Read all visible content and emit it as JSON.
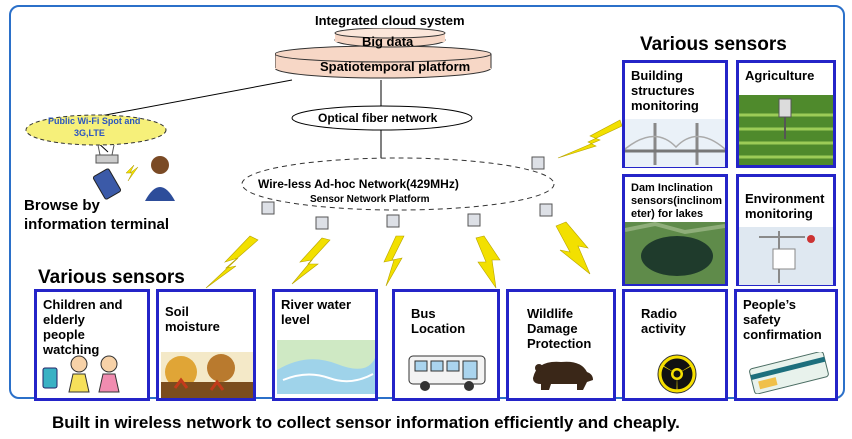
{
  "cloud": {
    "title": "Integrated cloud system",
    "big_data": "Big data",
    "platform": "Spatiotemporal platform"
  },
  "network": {
    "optical": "Optical fiber network",
    "adhoc_title": "Wire-less Ad-hoc Network(429MHz)",
    "adhoc_sub": "Sensor Network Platform",
    "wifi_line1": "Public Wi-Fi Spot and",
    "wifi_line2": "3G,LTE"
  },
  "terminal": {
    "line1": "Browse by",
    "line2": "information terminal"
  },
  "headings": {
    "left": "Various sensors",
    "right": "Various sensors"
  },
  "sensors_bottom": [
    {
      "label": "Children and\nelderly\npeople\nwatching",
      "icon": "children-icon"
    },
    {
      "label": "Soil\nmoisture",
      "icon": "soil-icon"
    },
    {
      "label": "River water\nlevel",
      "icon": "river-icon"
    },
    {
      "label": "Bus\nLocation",
      "icon": "bus-icon"
    },
    {
      "label": "Wildlife\nDamage\nProtection",
      "icon": "bear-icon"
    },
    {
      "label": "Radio\nactivity",
      "icon": "radiation-icon"
    },
    {
      "label": "People’s\nsafety\nconfirmation",
      "icon": "card-icon"
    }
  ],
  "sensors_right": [
    {
      "label": "Building\nstructures\nmonitoring",
      "icon": "bridge-icon"
    },
    {
      "label": "Agriculture",
      "icon": "field-icon"
    },
    {
      "label": "Dam Inclination\nsensors(inclinom\neter) for lakes",
      "icon": "dam-icon"
    },
    {
      "label": "Environment\nmonitoring",
      "icon": "weather-station-icon"
    }
  ],
  "footer": "Built in wireless network to collect sensor information efficiently and cheaply.",
  "colors": {
    "frame": "#2b70c9",
    "box_border": "#2424c8",
    "cylinder": "#f7d7c6",
    "wifi_fill": "#f6f07a",
    "bolt": "#f2e000"
  }
}
